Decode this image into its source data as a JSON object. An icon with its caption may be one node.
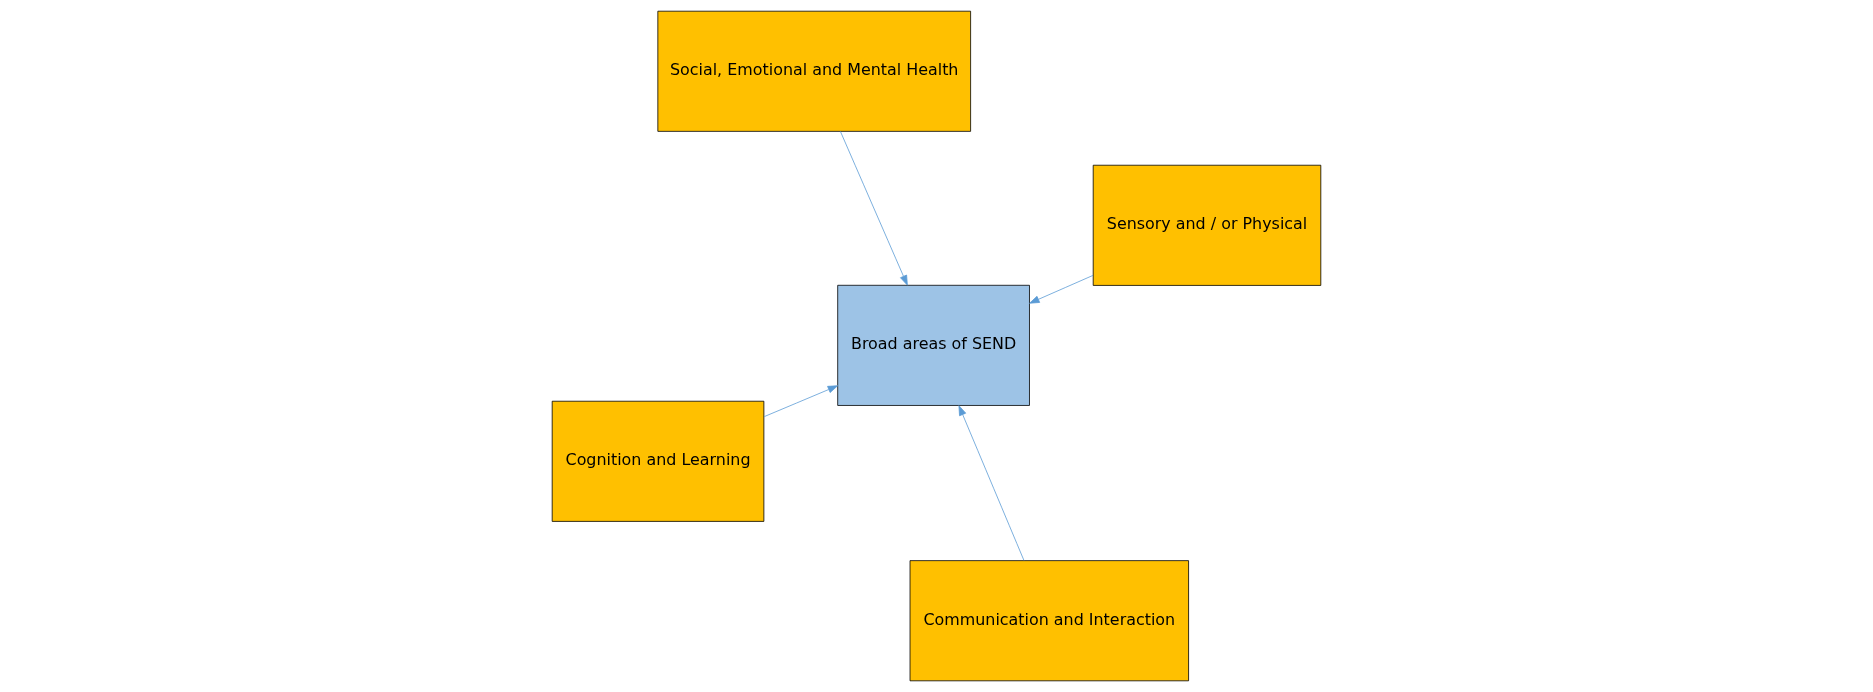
{
  "diagram": {
    "nodes": [
      {
        "text": [
          "Cognition and Learning"
        ]
      },
      {
        "text": [
          "Broad areas of SEND"
        ]
      },
      {
        "text": [
          "Communication and Interaction"
        ]
      },
      {
        "text": [
          "Social, Emotional and Mental Health"
        ]
      },
      {
        "text": [
          "Sensory and / or Physical"
        ]
      }
    ],
    "edges": [
      {
        "from": 0,
        "to": 1,
        "arrow": "to"
      },
      {
        "from": 2,
        "to": 1,
        "arrow": "to"
      },
      {
        "from": 3,
        "to": 1,
        "arrow": "to"
      },
      {
        "from": 4,
        "to": 1,
        "arrow": "to"
      }
    ]
  }
}
